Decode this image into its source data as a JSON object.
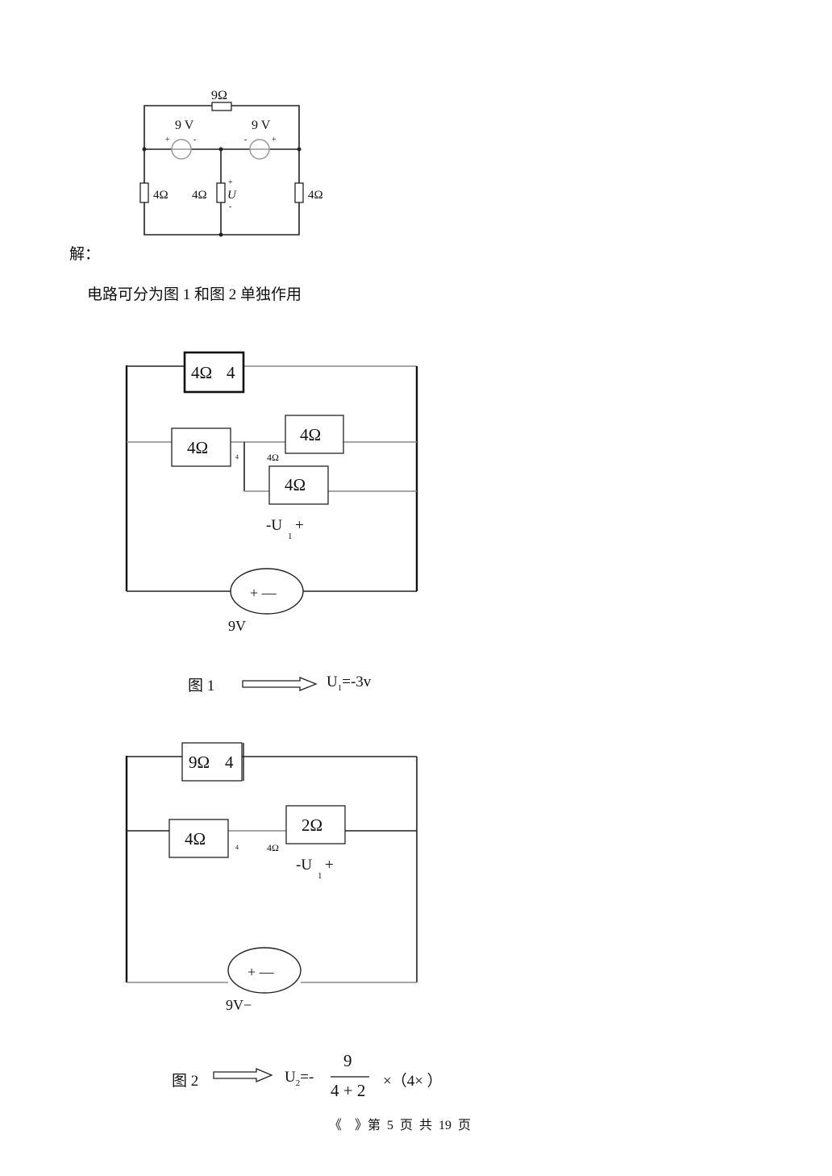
{
  "problem_circuit": {
    "top_resistor": "9Ω",
    "source_left": "9 V",
    "source_right": "9 V",
    "plus": "+",
    "minus": "-",
    "left_resistor": "4Ω",
    "middle_resistor": "4Ω",
    "right_resistor": "4Ω",
    "voltage_label": "U"
  },
  "solution_label": "解：",
  "intro_text": "电路可分为图 1 和图 2 单独作用",
  "figure1": {
    "top_box_label": "4Ω",
    "top_box_sub": "4",
    "mid_left_box": "4Ω",
    "mid_right_top_box": "4Ω",
    "mid_right_bottom_box": "4Ω",
    "small_4": "4",
    "small_4ohm": "4Ω",
    "voltage_label": "-U",
    "voltage_sub": "1",
    "voltage_plus": "+",
    "source_signs": "+ —",
    "source_value": "9V",
    "caption": "图 1",
    "result_prefix": "U",
    "result_sub": "1",
    "result_value": "=-3v"
  },
  "figure2": {
    "top_box_label": "9Ω",
    "top_box_sub": "4",
    "mid_left_box": "4Ω",
    "mid_right_box": "2Ω",
    "small_4": "4",
    "small_4ohm": "4Ω",
    "voltage_label": "-U",
    "voltage_sub": "1",
    "voltage_plus": "+",
    "source_signs": "+ —",
    "source_value": "9V−",
    "caption": "图 2",
    "result_prefix": "U",
    "result_sub": "2",
    "result_eq": "=-",
    "fraction_numerator": "9",
    "fraction_denominator": "4 + 2",
    "result_tail": "×（4×  ）"
  },
  "footer": "《    》第  5  页  共  19  页"
}
